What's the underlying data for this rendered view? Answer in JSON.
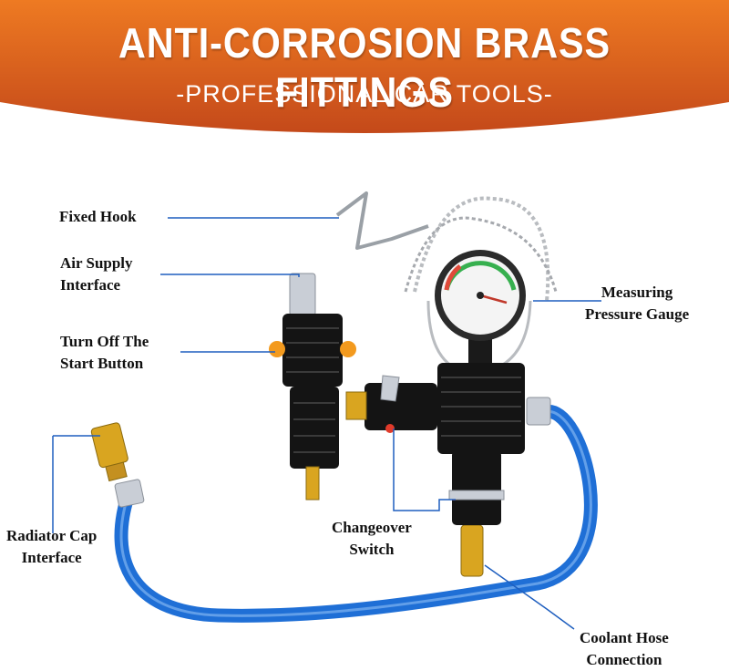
{
  "banner": {
    "title": "ANTI-CORROSION BRASS FITTINGS",
    "subtitle": "-PROFESSIONAL CAR TOOLS-",
    "colors": {
      "banner_top": "#e8721f",
      "banner_bottom": "#c9501a",
      "text": "#ffffff"
    }
  },
  "labels": {
    "fixed_hook": "Fixed Hook",
    "air_supply_1": "Air Supply",
    "air_supply_2": "Interface",
    "turn_off_1": "Turn Off The",
    "turn_off_2": "Start Button",
    "measuring_1": "Measuring",
    "measuring_2": "Pressure Gauge",
    "changeover_1": "Changeover",
    "changeover_2": "Switch",
    "radiator_1": "Radiator Cap",
    "radiator_2": "Interface",
    "coolant_1": "Coolant Hose",
    "coolant_2": "Connection"
  },
  "colors": {
    "leader_line": "#1f5fbf",
    "hose": "#1f6fd6",
    "brass": "#d9a520",
    "body": "#141414",
    "valve": "#e03a2a"
  }
}
